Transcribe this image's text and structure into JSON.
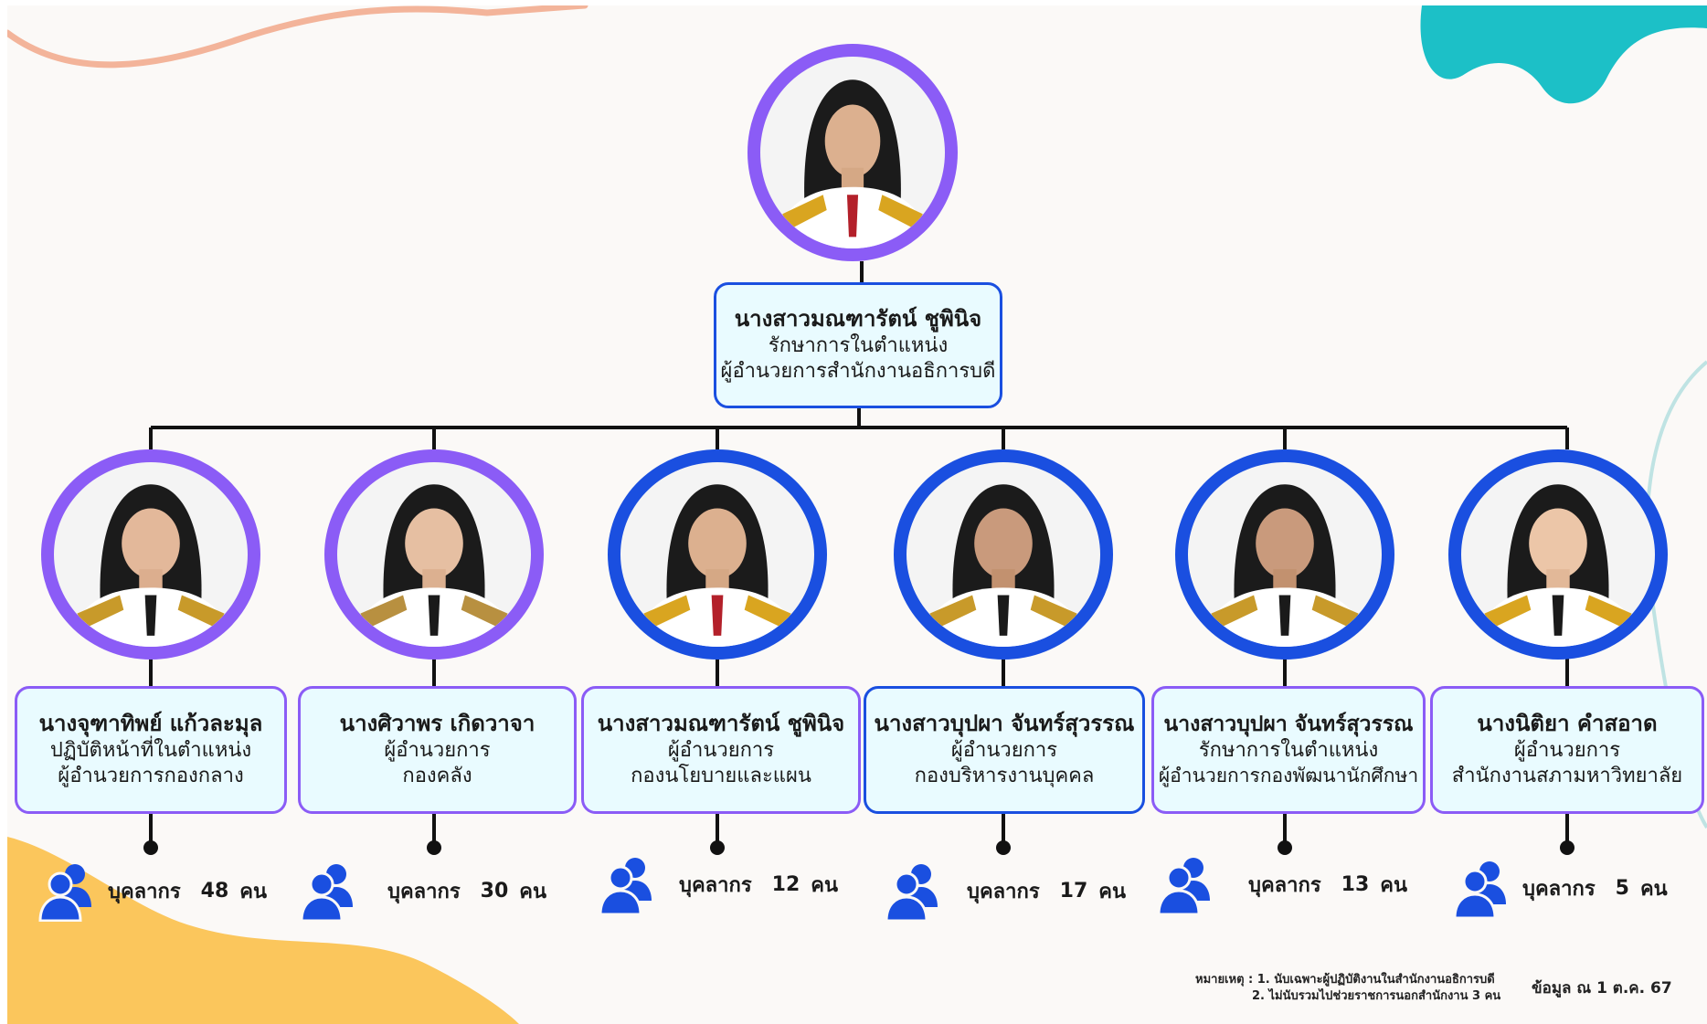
{
  "colors": {
    "purple_ring": "#8b5cf6",
    "blue_ring": "#1a4fe0",
    "box_fill": "#e9fbff",
    "teal_blob": "#1cc0c7",
    "yellow_blob": "#fbc65c",
    "peach_line": "#f3b49a",
    "person_icon": "#1a4fe0"
  },
  "director": {
    "name": "นางสาวมณฑารัตน์ ชูพินิจ",
    "line1": "รักษาการในตำแหน่ง",
    "line2": "ผู้อำนวยการสำนักงานอธิการบดี",
    "ring": "purple"
  },
  "divisions": [
    {
      "name": "นางจุฑาทิพย์ แก้วละมุล",
      "line1": "ปฏิบัติหน้าที่ในตำแหน่ง",
      "line2": "ผู้อำนวยการกองกลาง",
      "ring": "purple",
      "staff_label": "บุคลากร",
      "staff_count": "48",
      "staff_unit": "คน"
    },
    {
      "name": "นางศิวาพร เกิดวาจา",
      "line1": "ผู้อำนวยการ",
      "line2": "กองคลัง",
      "ring": "purple",
      "staff_label": "บุคลากร",
      "staff_count": "30",
      "staff_unit": "คน"
    },
    {
      "name": "นางสาวมณฑารัตน์ ชูพินิจ",
      "line1": "ผู้อำนวยการ",
      "line2": "กองนโยบายและแผน",
      "ring": "blue",
      "staff_label": "บุคลากร",
      "staff_count": "12",
      "staff_unit": "คน"
    },
    {
      "name": "นางสาวบุปผา จันทร์สุวรรณ",
      "line1": "ผู้อำนวยการ",
      "line2": "กองบริหารงานบุคคล",
      "ring": "blue",
      "staff_label": "บุคลากร",
      "staff_count": "17",
      "staff_unit": "คน"
    },
    {
      "name": "นางสาวบุปผา จันทร์สุวรรณ",
      "line1": "รักษาการในตำแหน่ง",
      "line2": "ผู้อำนวยการกองพัฒนานักศึกษา",
      "ring": "blue",
      "staff_label": "บุคลากร",
      "staff_count": "13",
      "staff_unit": "คน"
    },
    {
      "name": "นางนิติยา คำสอาด",
      "line1": "ผู้อำนวยการ",
      "line2": "สำนักงานสภามหาวิทยาลัย",
      "ring": "blue",
      "staff_label": "บุคลากร",
      "staff_count": "5",
      "staff_unit": "คน"
    }
  ],
  "footnote": {
    "line1": "หมายเหตุ : 1. นับเฉพาะผู้ปฏิบัติงานในสำนักงานอธิการบดี",
    "line2": "2. ไม่นับรวมไปช่วยราชการนอกสำนักงาน 3 คน"
  },
  "as_of": "ข้อมูล ณ  1 ต.ค. 67"
}
